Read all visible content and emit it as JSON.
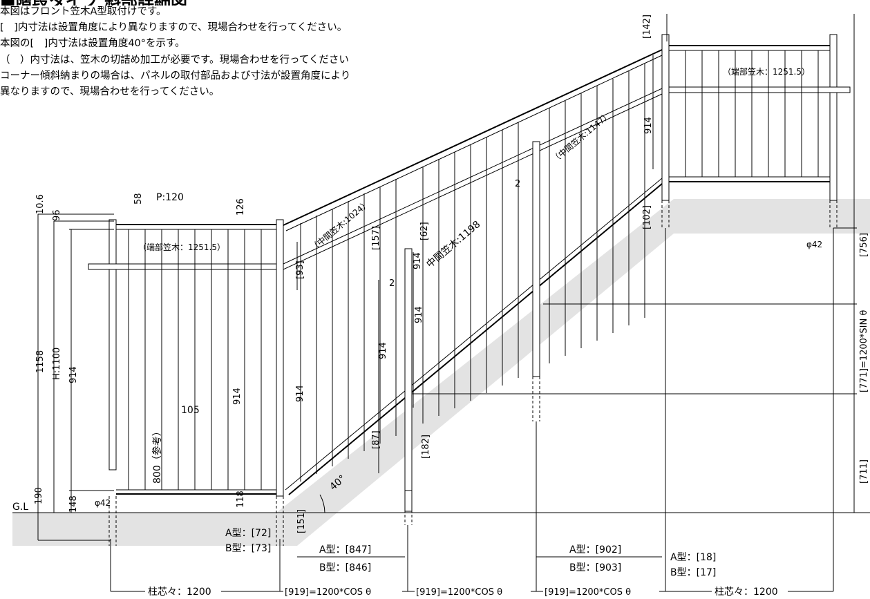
{
  "header": {
    "title": "■階段タイプ 斜部詳細図"
  },
  "notes": [
    "本図はフロント笠木A型取付けです。",
    "[　]内寸法は設置角度により異なりますので、現場合わせを行ってください。",
    "本図の[　]内寸法は設置角度40°を示す。",
    "（　）内寸法は、笠木の切詰め加工が必要です。現場合わせを行ってください",
    "コーナー傾斜納まりの場合は、パネルの取付部品および寸法が設置角度により",
    "異なりますので、現場合わせを行ってください。"
  ],
  "labels": {
    "gl": "G.L",
    "left_heights": [
      "10.6",
      "1158",
      "96",
      "H:1100",
      "914",
      "58",
      "190",
      "148"
    ],
    "pitch": "P:120",
    "dim_126": "126",
    "end_rail_left": "（端部笠木：1251.5）",
    "end_rail_right": "（端部笠木：1251.5）",
    "left_914_a": "914",
    "left_914_b": "914",
    "dim_105": "105",
    "ref_800": "800（参考）",
    "dim_118": "118",
    "phi_left": "φ42",
    "phi_right": "φ42",
    "angle": "40°",
    "mid_rail_1024": "（中間笠木:1024）",
    "mid_rail_1198": "中間笠木:1198",
    "mid_rail_1147": "（中間笠木:1147）",
    "dim_93": "[93]",
    "dim_157": "[157]",
    "dim_62": "[62]",
    "dim_142": "[142]",
    "dim_87": "[87]",
    "dim_182": "[182]",
    "dim_151": "[151]",
    "dim_102": "[102]",
    "dim_756": "[756]",
    "dim_771": "[771]=1200*SIN θ",
    "dim_711": "[711]",
    "slope_914_a": "914",
    "slope_914_b": "914",
    "slope_914_c": "914",
    "slope_914_d": "914",
    "gap_2a": "2",
    "gap_2b": "2",
    "a72": "A型：[72]",
    "b73": "B型：[73]",
    "a847": "A型：[847]",
    "b846": "B型：[846]",
    "a902": "A型：[902]",
    "b903": "B型：[903]",
    "a18": "A型：[18]",
    "b17": "B型：[17]",
    "pitch_left": "柱芯々：1200",
    "pitch_right": "柱芯々：1200",
    "cos_1": "[919]=1200*COS θ",
    "cos_2": "[919]=1200*COS θ",
    "cos_3": "[919]=1200*COS θ"
  }
}
